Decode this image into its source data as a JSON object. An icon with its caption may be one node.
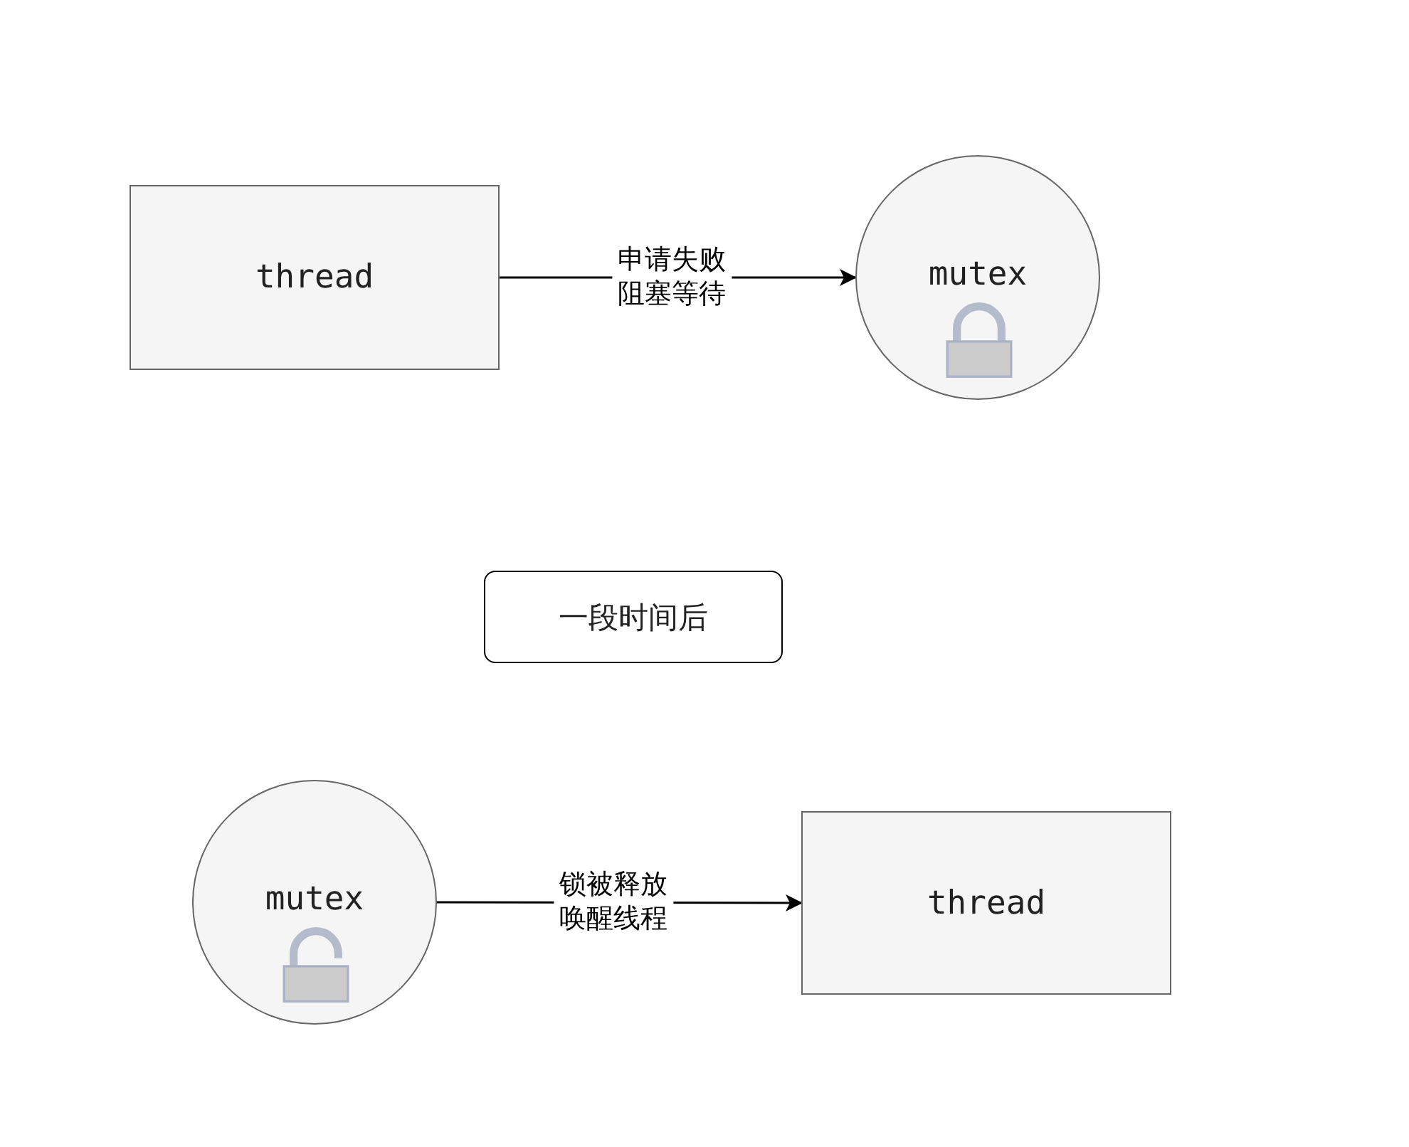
{
  "diagram": {
    "nodes": [
      {
        "text": [
          "thread"
        ]
      },
      {
        "text": [
          "mutex"
        ]
      },
      {
        "text": [
          "一段时间后"
        ]
      },
      {
        "text": [
          "mutex"
        ]
      },
      {
        "text": [
          "thread"
        ]
      }
    ],
    "edges": [
      {
        "from": 0,
        "to": 1,
        "arrow": "to",
        "label": "申请失败阻塞等待"
      },
      {
        "from": 3,
        "to": 4,
        "arrow": "to",
        "label": "锁被释放唤醒线程"
      }
    ]
  }
}
